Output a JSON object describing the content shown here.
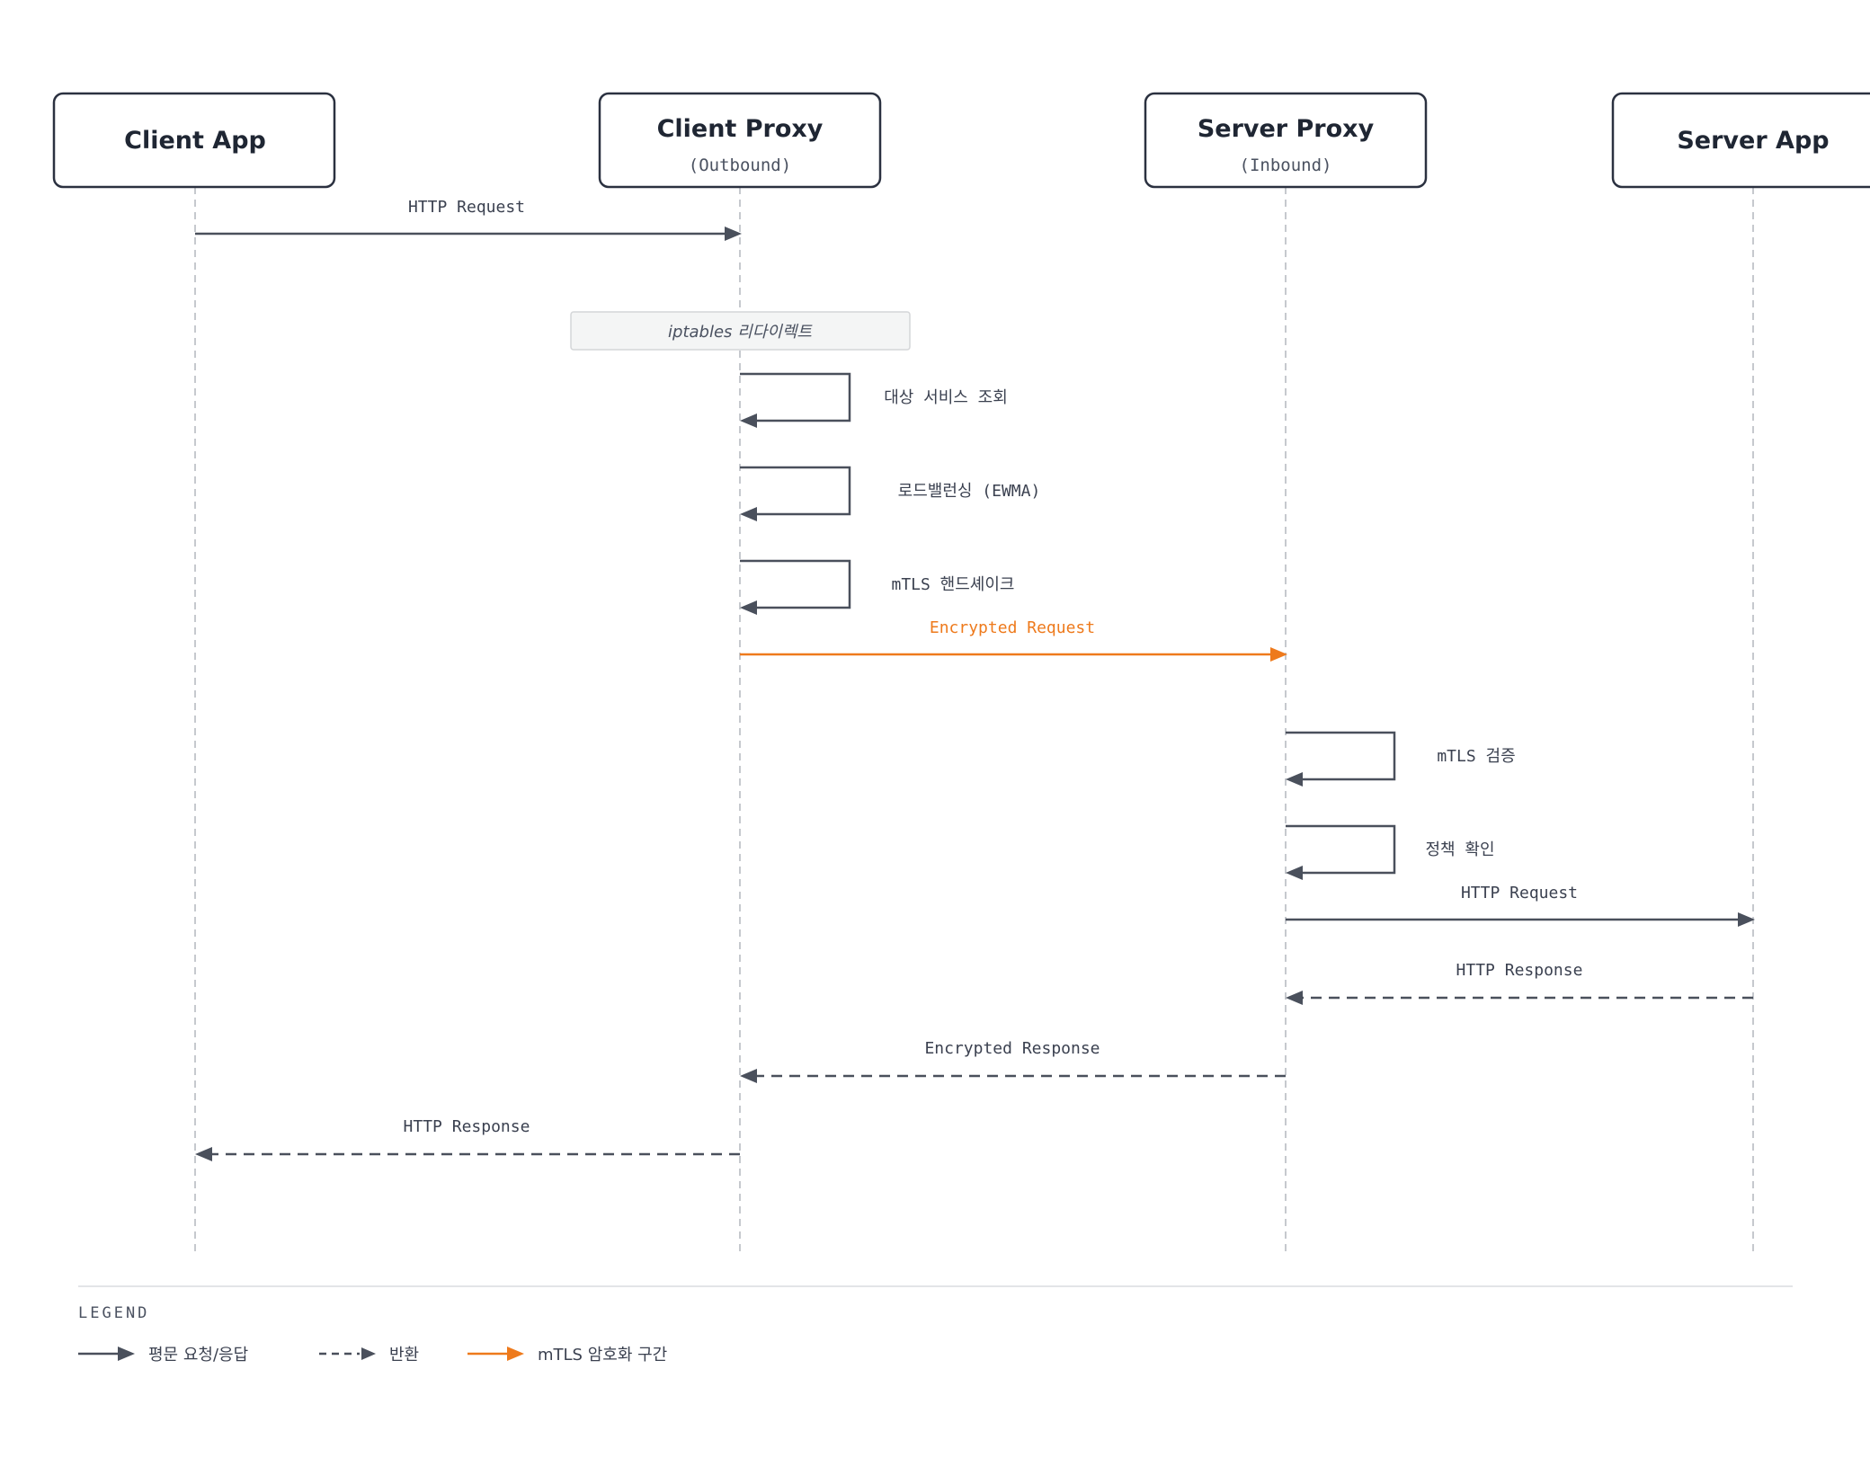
{
  "participants": [
    {
      "id": "client-app",
      "name": "Client App",
      "sub": ""
    },
    {
      "id": "client-proxy",
      "name": "Client Proxy",
      "sub": "(Outbound)"
    },
    {
      "id": "server-proxy",
      "name": "Server Proxy",
      "sub": "(Inbound)"
    },
    {
      "id": "server-app",
      "name": "Server App",
      "sub": ""
    }
  ],
  "note": {
    "text": "iptables 리다이렉트",
    "participant": 1
  },
  "messages": [
    {
      "label": "HTTP Request",
      "from": 0,
      "to": 1,
      "style": "solid"
    },
    {
      "label": "대상 서비스 조회",
      "from": 1,
      "to": 1,
      "style": "self"
    },
    {
      "label": "로드밸런싱 (EWMA)",
      "from": 1,
      "to": 1,
      "style": "self"
    },
    {
      "label": "mTLS 핸드셰이크",
      "from": 1,
      "to": 1,
      "style": "self"
    },
    {
      "label": "Encrypted Request",
      "from": 1,
      "to": 2,
      "style": "encrypted"
    },
    {
      "label": "mTLS 검증",
      "from": 2,
      "to": 2,
      "style": "self"
    },
    {
      "label": "정책 확인",
      "from": 2,
      "to": 2,
      "style": "self"
    },
    {
      "label": "HTTP Request",
      "from": 2,
      "to": 3,
      "style": "solid"
    },
    {
      "label": "HTTP Response",
      "from": 3,
      "to": 2,
      "style": "dashed"
    },
    {
      "label": "Encrypted Response",
      "from": 2,
      "to": 1,
      "style": "dashed"
    },
    {
      "label": "HTTP Response",
      "from": 1,
      "to": 0,
      "style": "dashed"
    }
  ],
  "legend": {
    "title": "LEGEND",
    "items": [
      {
        "label": "평문 요청/응답",
        "style": "solid"
      },
      {
        "label": "반환",
        "style": "dashed"
      },
      {
        "label": "mTLS 암호화 구간",
        "style": "encrypted"
      }
    ]
  },
  "colors": {
    "line": "#4a505c",
    "encrypted": "#ee7a1c",
    "lifeline": "#c6c9ce"
  }
}
